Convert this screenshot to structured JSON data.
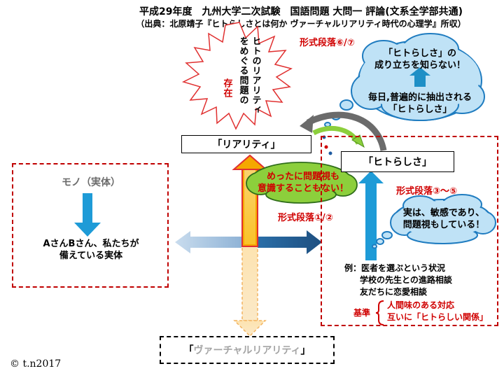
{
  "header": {
    "title": "平成29年度　九州大学二次試験　国語問題 大問一 評論(文系全学部共通)",
    "source": "（出典：北原靖子『ヒトらしさとは何か ヴァーチャルリアリティ時代の心理学』所収）"
  },
  "burst": {
    "text_main": "ヒトのリアリティをめぐる問題の",
    "text_accent": "存在"
  },
  "paragraph_labels": {
    "p67": "形式段落⑥/⑦",
    "p35": "形式段落③〜⑤",
    "p12": "形式段落①/②"
  },
  "cloud_top": {
    "line1": "「ヒトらしさ」の",
    "line2": "成り立ちを知らない！",
    "line3": "毎日,普遍的に抽出される",
    "line4": "「ヒトらしさ」"
  },
  "cloud_green": {
    "line1": "めったに問題視も",
    "line2": "意識することもない！"
  },
  "cloud_right": {
    "line1": "実は、敏感であり、",
    "line2": "問題視もしている！"
  },
  "boxes": {
    "reality": "「リアリティ」",
    "hitorashisa": "「ヒトらしさ」",
    "virtual_prefix": "「",
    "virtual_word": "ヴァーチャルリアリティ",
    "virtual_suffix": "」"
  },
  "left_panel": {
    "mono_label": "モノ（実体）",
    "line1": "AさんBさん、私たちが",
    "line2": "備えている実体"
  },
  "examples": {
    "line1": "例：医者を選ぶという状況",
    "line2": "学校の先生との進路相談",
    "line3": "友だちに恋愛相談",
    "criteria_label": "基準",
    "criteria1": "人間味のある対応",
    "criteria2": "互いに「ヒトらしい関係」"
  },
  "copyright": "© t.n2017",
  "colors": {
    "red": "#d00000",
    "blue": "#1f6fa8",
    "cyan": "#1e9bd7",
    "orange": "#f5a800",
    "green": "#8ccf3c",
    "light_blue": "#bcd6ec"
  }
}
